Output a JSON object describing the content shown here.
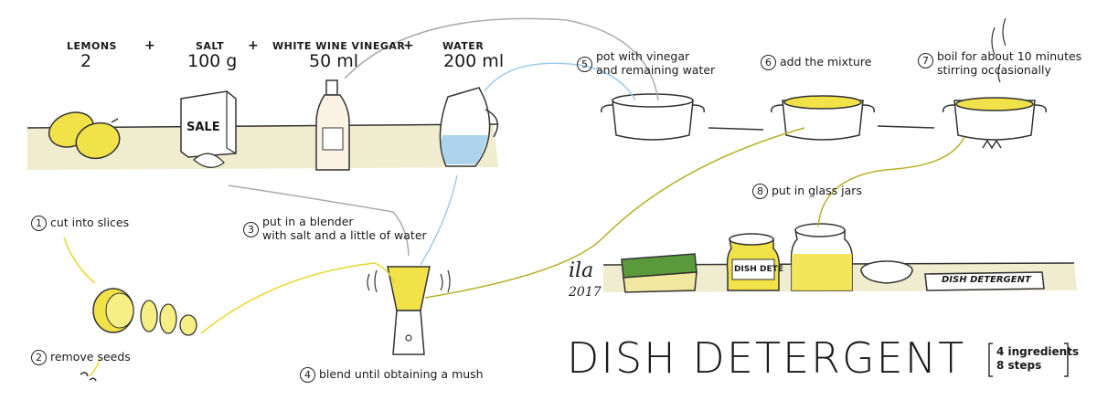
{
  "ingredients": [
    {
      "name": "LEMONS",
      "qty": "2"
    },
    {
      "name": "SALT",
      "qty": "100 g"
    },
    {
      "name": "WHITE WINE VINEGAR",
      "qty": "50 ml"
    },
    {
      "name": "WATER",
      "qty": "200 ml"
    }
  ],
  "plus": "+",
  "salt_box_label": "SALE",
  "steps": [
    {
      "n": "1",
      "text": "cut into slices"
    },
    {
      "n": "2",
      "text": "remove seeds"
    },
    {
      "n": "3",
      "text": "put in a blender",
      "text2": "with salt and a little of water"
    },
    {
      "n": "4",
      "text": "blend until obtaining a mush"
    },
    {
      "n": "5",
      "text": "pot with vinegar",
      "text2": "and remaining water"
    },
    {
      "n": "6",
      "text": "add the mixture"
    },
    {
      "n": "7",
      "text": "boil for about 10 minutes",
      "text2": "stirring occasionally"
    },
    {
      "n": "8",
      "text": "put in glass jars"
    }
  ],
  "jar_label": "DISH DETE",
  "counter_label": "DISH DETERGENT",
  "signature": {
    "name": "ila",
    "year": "2017"
  },
  "title": "DISH DETERGENT",
  "meta": {
    "ingredients": "4 ingredients",
    "steps": "8 steps"
  },
  "colors": {
    "yellow": "#f0ea3a",
    "lemon": "#f2e24a",
    "counter": "#efeccf",
    "water": "#9fcbea",
    "sponge_green": "#5a9a3c"
  }
}
